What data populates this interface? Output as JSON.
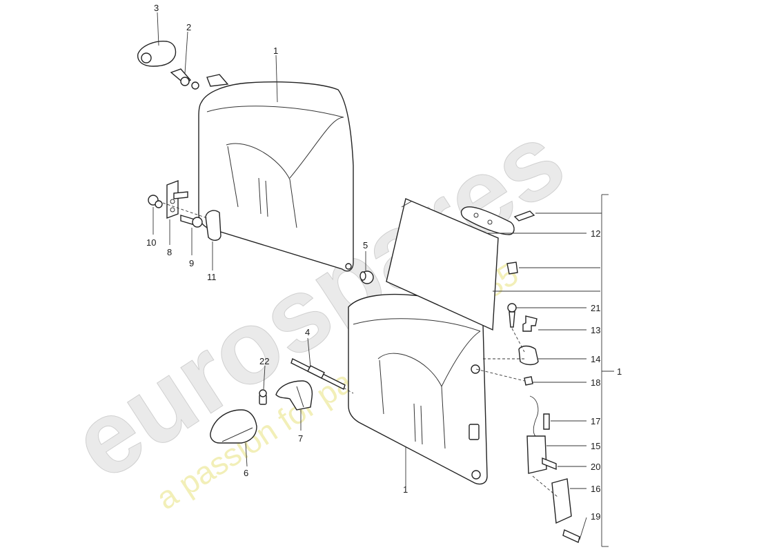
{
  "watermark": {
    "brand": "eurospares",
    "tagline": "a passion for parts since 1985",
    "brand_color": "#d9d9d9",
    "tagline_color": "#f2eeb0"
  },
  "callouts": {
    "n1a": "1",
    "n1b": "1",
    "n1c": "1",
    "n2": "2",
    "n3": "3",
    "n4": "4",
    "n5": "5",
    "n6": "6",
    "n7": "7",
    "n8": "8",
    "n9": "9",
    "n10": "10",
    "n11": "11",
    "n12": "12",
    "n13": "13",
    "n14": "14",
    "n15": "15",
    "n16": "16",
    "n17": "17",
    "n18": "18",
    "n19": "19",
    "n20": "20",
    "n21": "21",
    "n22": "22"
  }
}
